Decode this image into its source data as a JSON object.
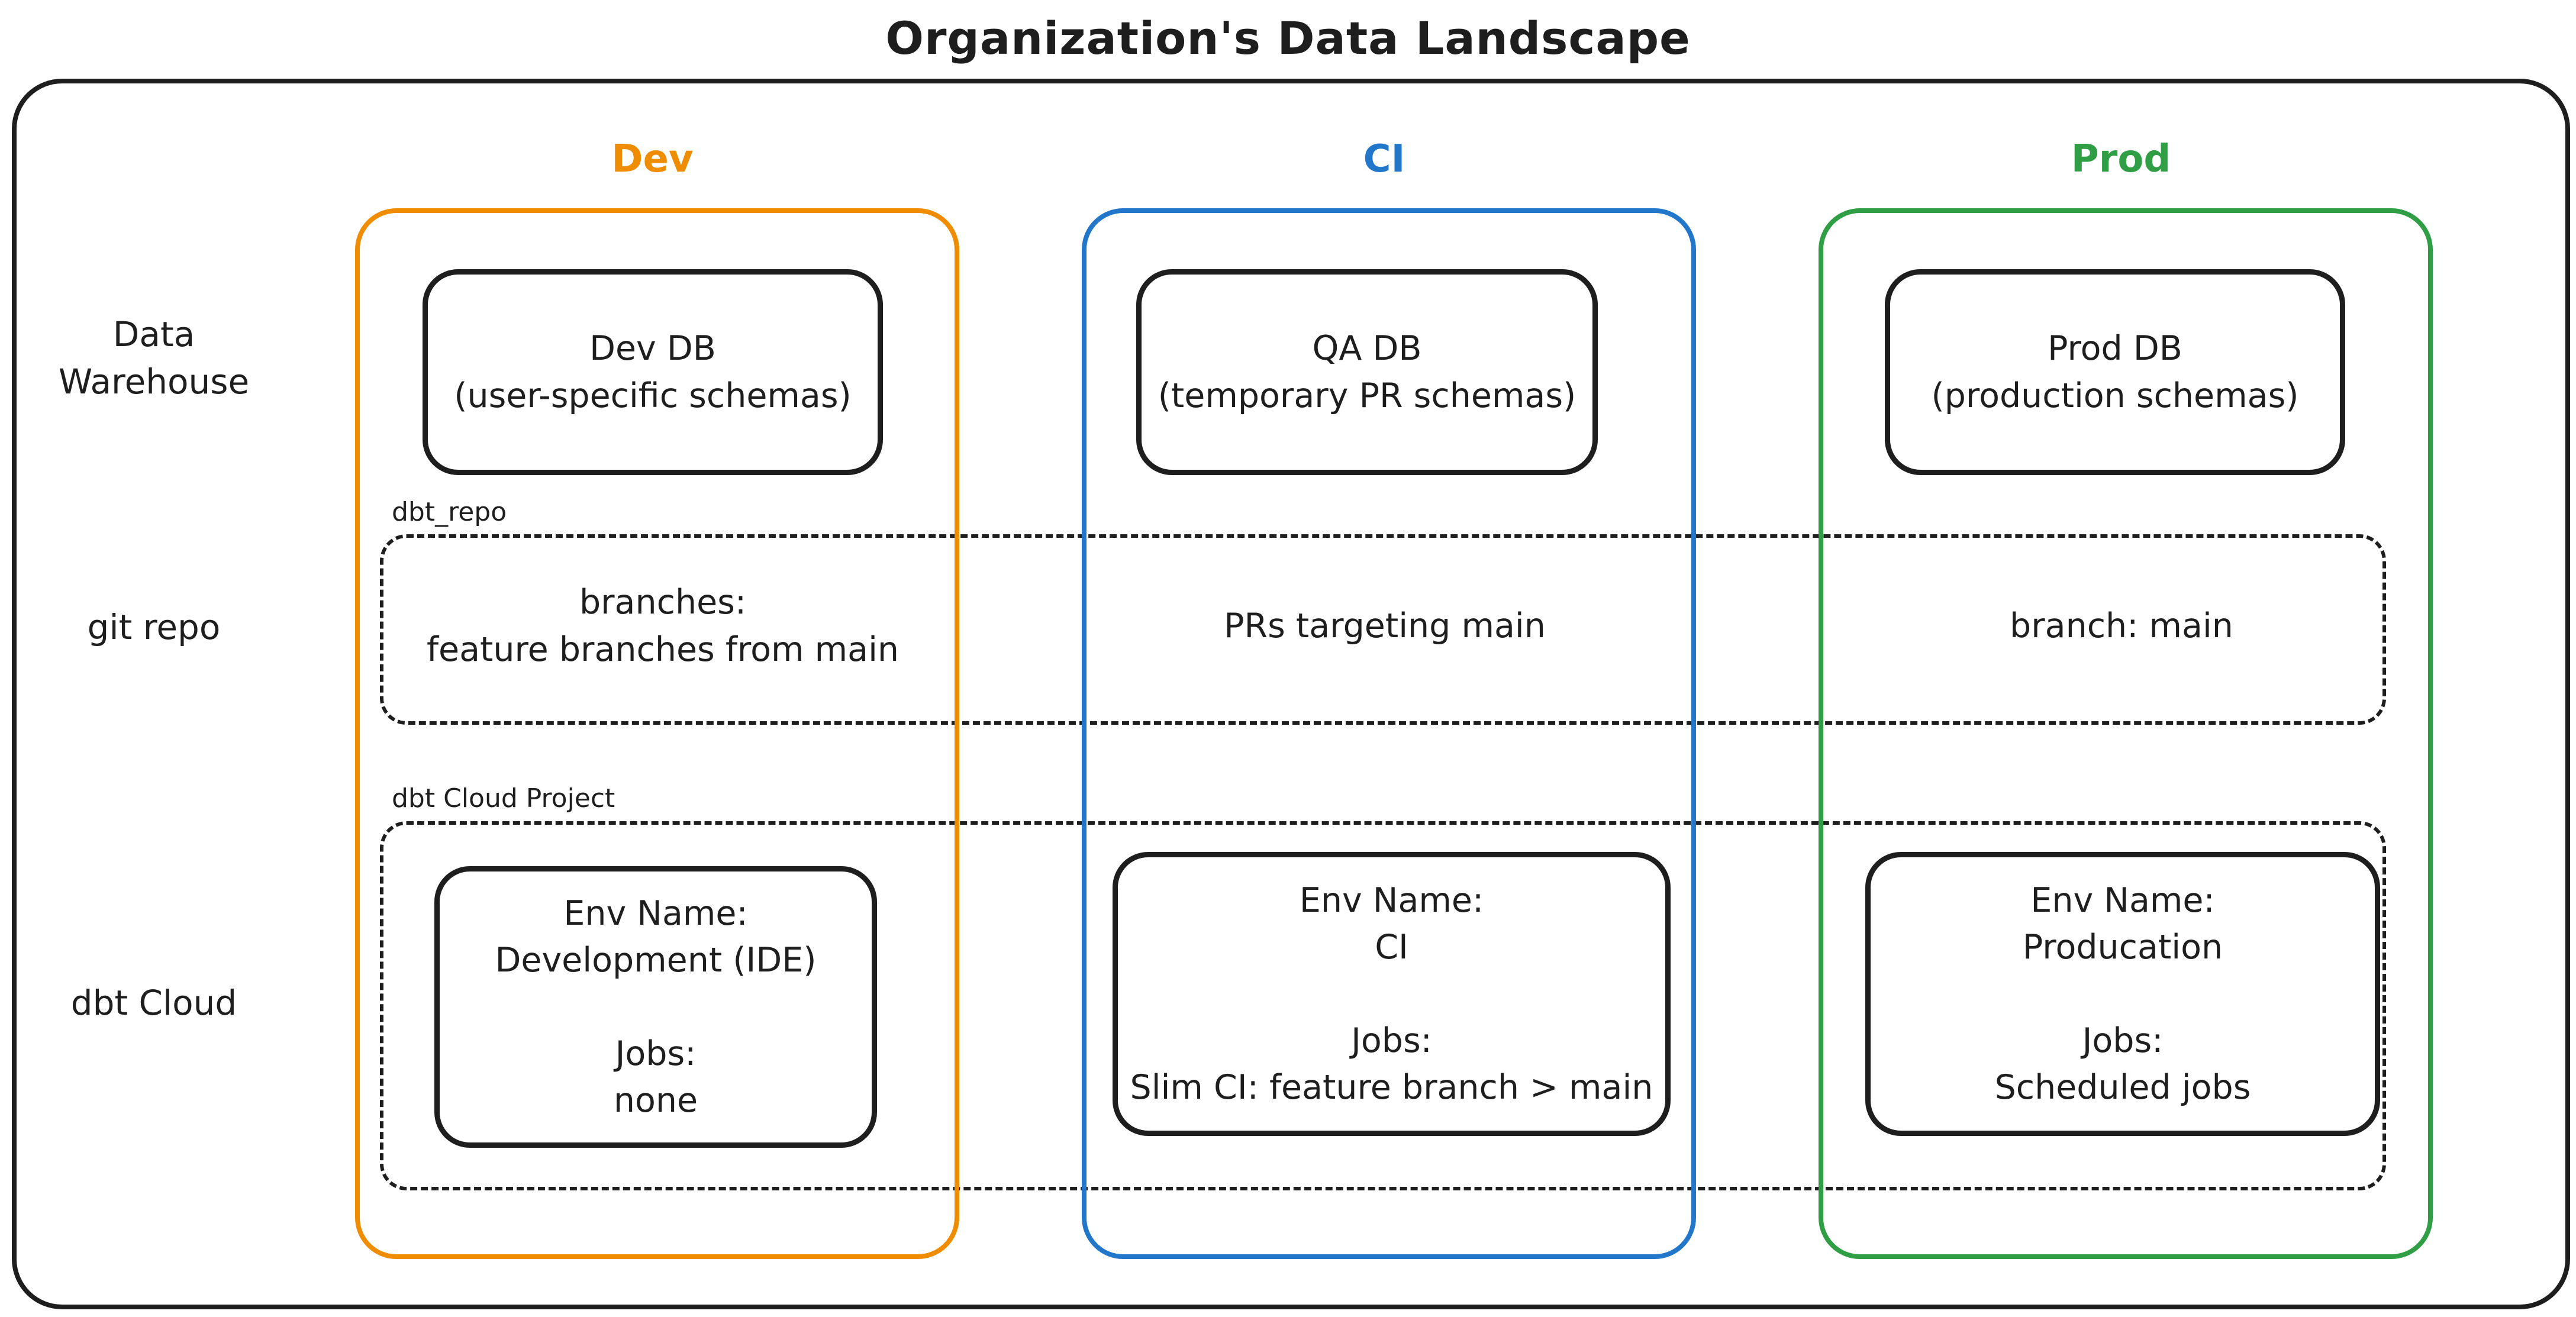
{
  "title": "Organization's Data Landscape",
  "colors": {
    "dev": "#f08c00",
    "ci": "#2277cb",
    "prod": "#2f9e44",
    "ink": "#1e1e1e"
  },
  "row_labels": {
    "warehouse_line1": "Data",
    "warehouse_line2": "Warehouse",
    "git": "git repo",
    "dbt": "dbt Cloud"
  },
  "sections": {
    "repo_label": "dbt_repo",
    "cloud_label": "dbt Cloud Project"
  },
  "columns": {
    "dev": {
      "label": "Dev",
      "db_line1": "Dev DB",
      "db_line2": "(user-specific schemas)",
      "repo_line1": "branches:",
      "repo_line2": "feature branches from main",
      "env_label": "Env Name:",
      "env_value": "Development (IDE)",
      "jobs_label": "Jobs:",
      "jobs_value": "none"
    },
    "ci": {
      "label": "CI",
      "db_line1": "QA DB",
      "db_line2": "(temporary PR schemas)",
      "repo_line1": "PRs targeting main",
      "env_label": "Env Name:",
      "env_value": "CI",
      "jobs_label": "Jobs:",
      "jobs_value": "Slim CI: feature branch > main"
    },
    "prod": {
      "label": "Prod",
      "db_line1": "Prod DB",
      "db_line2": "(production schemas)",
      "repo_line1": "branch: main",
      "env_label": "Env Name:",
      "env_value": "Producation",
      "jobs_label": "Jobs:",
      "jobs_value": "Scheduled jobs"
    }
  }
}
